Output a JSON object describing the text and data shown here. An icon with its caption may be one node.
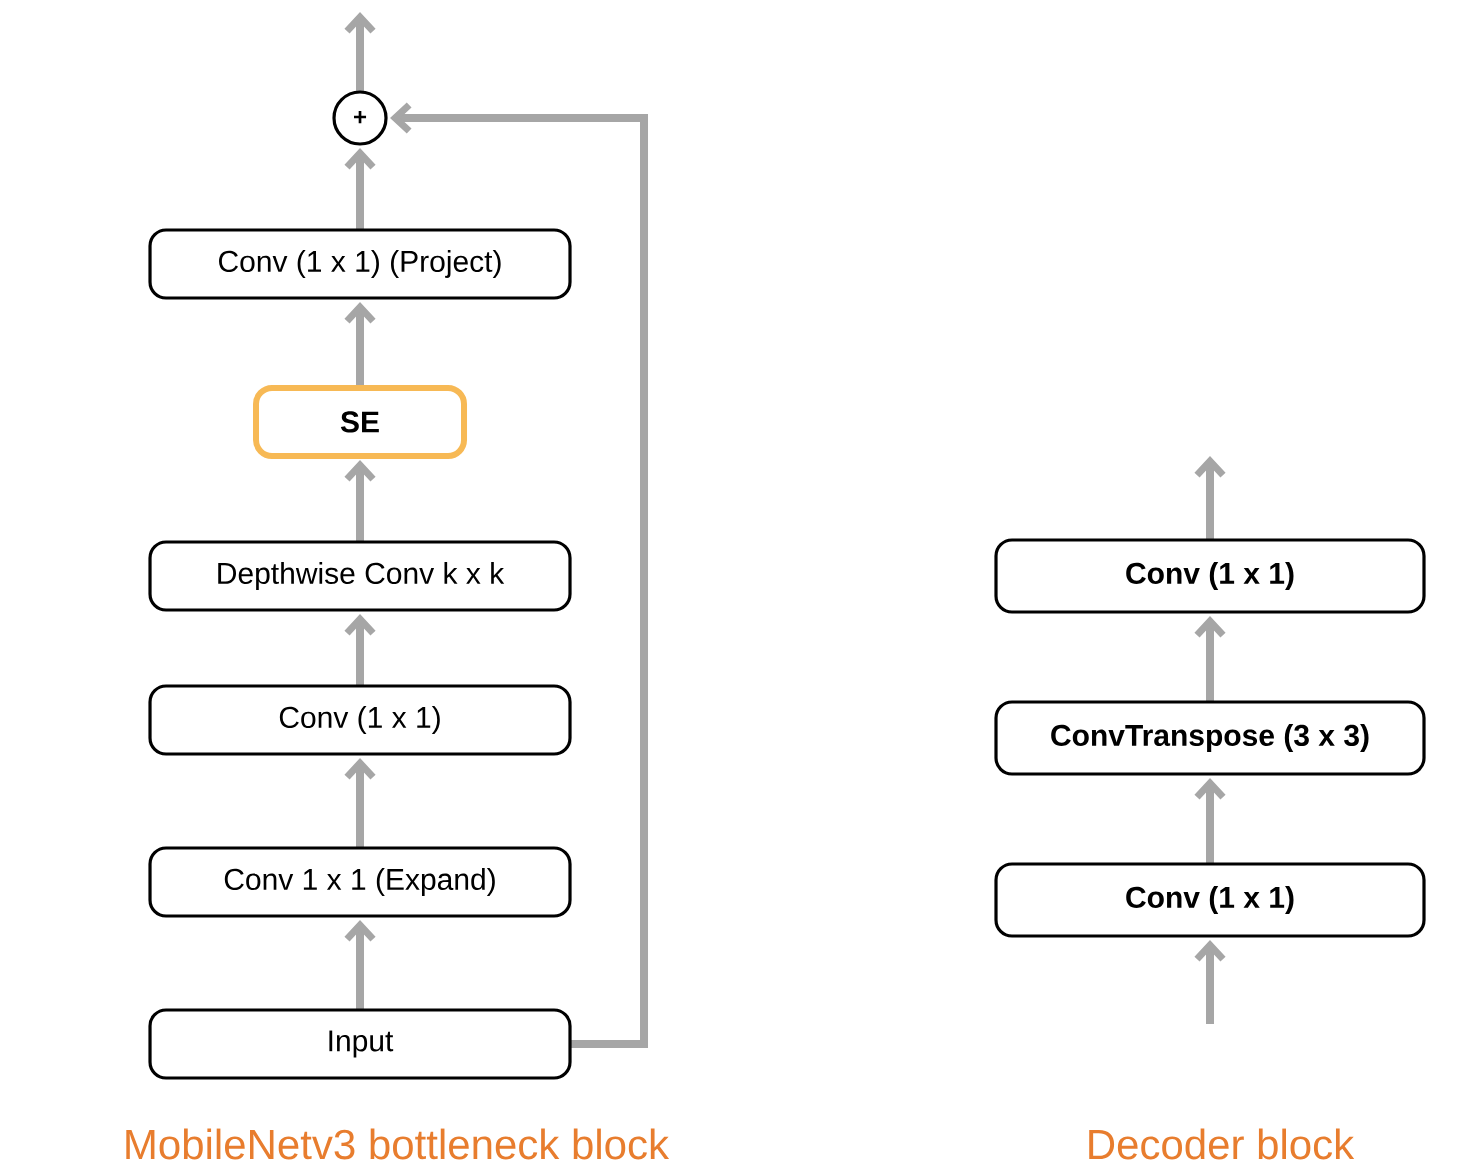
{
  "diagram": {
    "nodes": [
      {
        "text": [
          "+"
        ]
      },
      {
        "text": [
          "Conv (1 x 1) (Project)"
        ]
      },
      {
        "text": [
          "SE"
        ]
      },
      {
        "text": [
          "Depthwise Conv k x k"
        ]
      },
      {
        "text": [
          "Conv (1 x 1)"
        ]
      },
      {
        "text": [
          "Conv 1 x 1 (Expand)"
        ]
      },
      {
        "text": [
          "Input"
        ]
      },
      {
        "text": [
          "Conv (1 x 1)"
        ]
      },
      {
        "text": [
          "ConvTranspose (3 x 3)"
        ]
      },
      {
        "text": [
          "Conv (1 x 1)"
        ]
      }
    ],
    "edges": [
      {
        "from": 6,
        "to": 5,
        "arrow": "to"
      },
      {
        "from": 5,
        "to": 4,
        "arrow": "to"
      },
      {
        "from": 4,
        "to": 3,
        "arrow": "to"
      },
      {
        "from": 3,
        "to": 2,
        "arrow": "to"
      },
      {
        "from": 2,
        "to": 1,
        "arrow": "to"
      },
      {
        "from": 1,
        "to": 0,
        "arrow": "to"
      },
      {
        "from": 6,
        "to": 0,
        "arrow": "to"
      },
      {
        "from": 0,
        "to": null,
        "arrow": "to"
      },
      {
        "from": null,
        "to": 9,
        "arrow": "to"
      },
      {
        "from": 9,
        "to": 8,
        "arrow": "to"
      },
      {
        "from": 8,
        "to": 7,
        "arrow": "to"
      },
      {
        "from": 7,
        "to": null,
        "arrow": "to"
      }
    ],
    "labels": [
      "MobileNetv3 bottleneck block",
      "Decoder block"
    ]
  }
}
